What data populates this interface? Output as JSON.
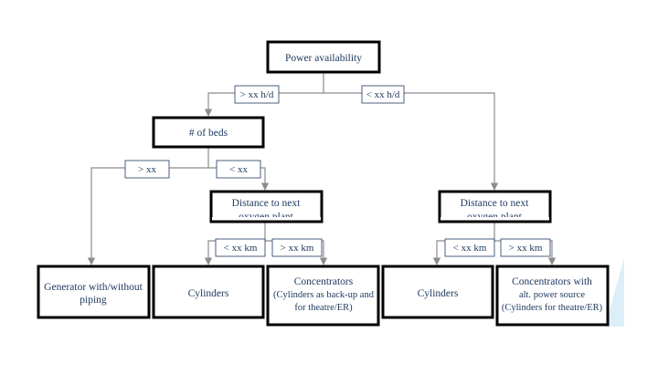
{
  "diagram": {
    "nodes": {
      "power": "Power availability",
      "beds": "# of beds",
      "distance_left": [
        "Distance to next",
        "oxygen plant"
      ],
      "distance_right": [
        "Distance to next",
        "oxygen plant"
      ],
      "generator": [
        "Generator with/without",
        "piping"
      ],
      "cylinders_1": "Cylinders",
      "concentrators_1": [
        "Concentrators",
        "(Cylinders as back-up and",
        "for theatre/ER)"
      ],
      "cylinders_2": "Cylinders",
      "concentrators_2": [
        "Concentrators with",
        "alt. power source",
        "(Cylinders for theatre/ER)"
      ]
    },
    "edge_labels": {
      "power_high": "> xx h/d",
      "power_low": "< xx h/d",
      "beds_high": "> xx",
      "beds_low": "< xx",
      "dist_left_near": "< xx km",
      "dist_left_far": "> xx km",
      "dist_right_near": "< xx km",
      "dist_right_far": "> xx km"
    }
  },
  "colors": {
    "text": "#1f3a60",
    "box_border": "#000000",
    "connector": "#8c8c8c",
    "accent_shape": "#dceef7"
  }
}
